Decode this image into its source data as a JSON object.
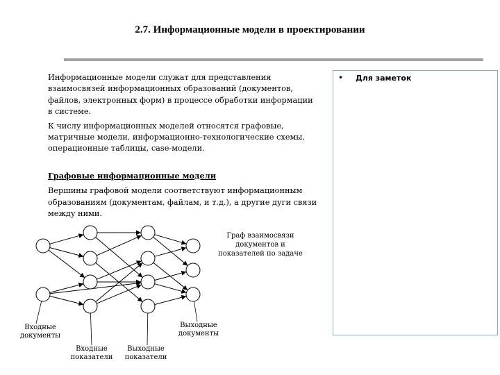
{
  "title": "2.7. Информационные модели в проектировании",
  "main": {
    "para1_lines": [
      "Информационные модели служат для представления",
      "взаимосвязей информационных образований (документов,",
      "файлов, электронных форм) в процессе обработки информации",
      "в системе."
    ],
    "para2_lines": [
      "К числу информационных моделей относятся графовые,",
      "матричные модели, информационно-технологические схемы,",
      "операционные таблицы, case-модели."
    ],
    "heading": "Графовые информационные модели",
    "para3_lines": [
      "Вершины графовой модели соответствуют информационным",
      "образованиям (документам, файлам, и т.д.), а другие дуги связи",
      "между ними."
    ]
  },
  "notes": {
    "bullet": "•",
    "label": "Для заметок"
  },
  "diagram": {
    "caption_lines": [
      "Граф взаимосвязи",
      "документов и",
      "показателей по задаче"
    ],
    "input_docs_lines": [
      "Входные",
      "документы"
    ],
    "input_indicators_lines": [
      "Входные",
      "показатели"
    ],
    "output_indicators_lines": [
      "Выходные",
      "показатели"
    ],
    "output_docs_lines": [
      "Выходные",
      "документы"
    ],
    "nodes": [
      {
        "id": "a1",
        "col": 0,
        "row": 1
      },
      {
        "id": "a2",
        "col": 0,
        "row": 5
      },
      {
        "id": "b1",
        "col": 1,
        "row": 0
      },
      {
        "id": "b2",
        "col": 1,
        "row": 2
      },
      {
        "id": "b3",
        "col": 1,
        "row": 4
      },
      {
        "id": "b4",
        "col": 1,
        "row": 6
      },
      {
        "id": "c1",
        "col": 2,
        "row": 0
      },
      {
        "id": "c2",
        "col": 2,
        "row": 2
      },
      {
        "id": "c3",
        "col": 2,
        "row": 4
      },
      {
        "id": "c4",
        "col": 2,
        "row": 6
      },
      {
        "id": "d1",
        "col": 3,
        "row": 1
      },
      {
        "id": "d2",
        "col": 3,
        "row": 3
      },
      {
        "id": "d3",
        "col": 3,
        "row": 5
      }
    ],
    "edges": [
      [
        "a1",
        "b1"
      ],
      [
        "a1",
        "b2"
      ],
      [
        "a1",
        "b3"
      ],
      [
        "a2",
        "b3"
      ],
      [
        "a2",
        "b4"
      ],
      [
        "a2",
        "c3"
      ],
      [
        "b1",
        "c1"
      ],
      [
        "b1",
        "c3"
      ],
      [
        "b2",
        "c1"
      ],
      [
        "b2",
        "c4"
      ],
      [
        "b3",
        "c2"
      ],
      [
        "b3",
        "c3"
      ],
      [
        "b4",
        "c2"
      ],
      [
        "b4",
        "c3"
      ],
      [
        "c1",
        "d1"
      ],
      [
        "c1",
        "d2"
      ],
      [
        "c2",
        "d1"
      ],
      [
        "c2",
        "d3"
      ],
      [
        "c3",
        "d2"
      ],
      [
        "c3",
        "d3"
      ],
      [
        "c4",
        "d3"
      ]
    ]
  }
}
